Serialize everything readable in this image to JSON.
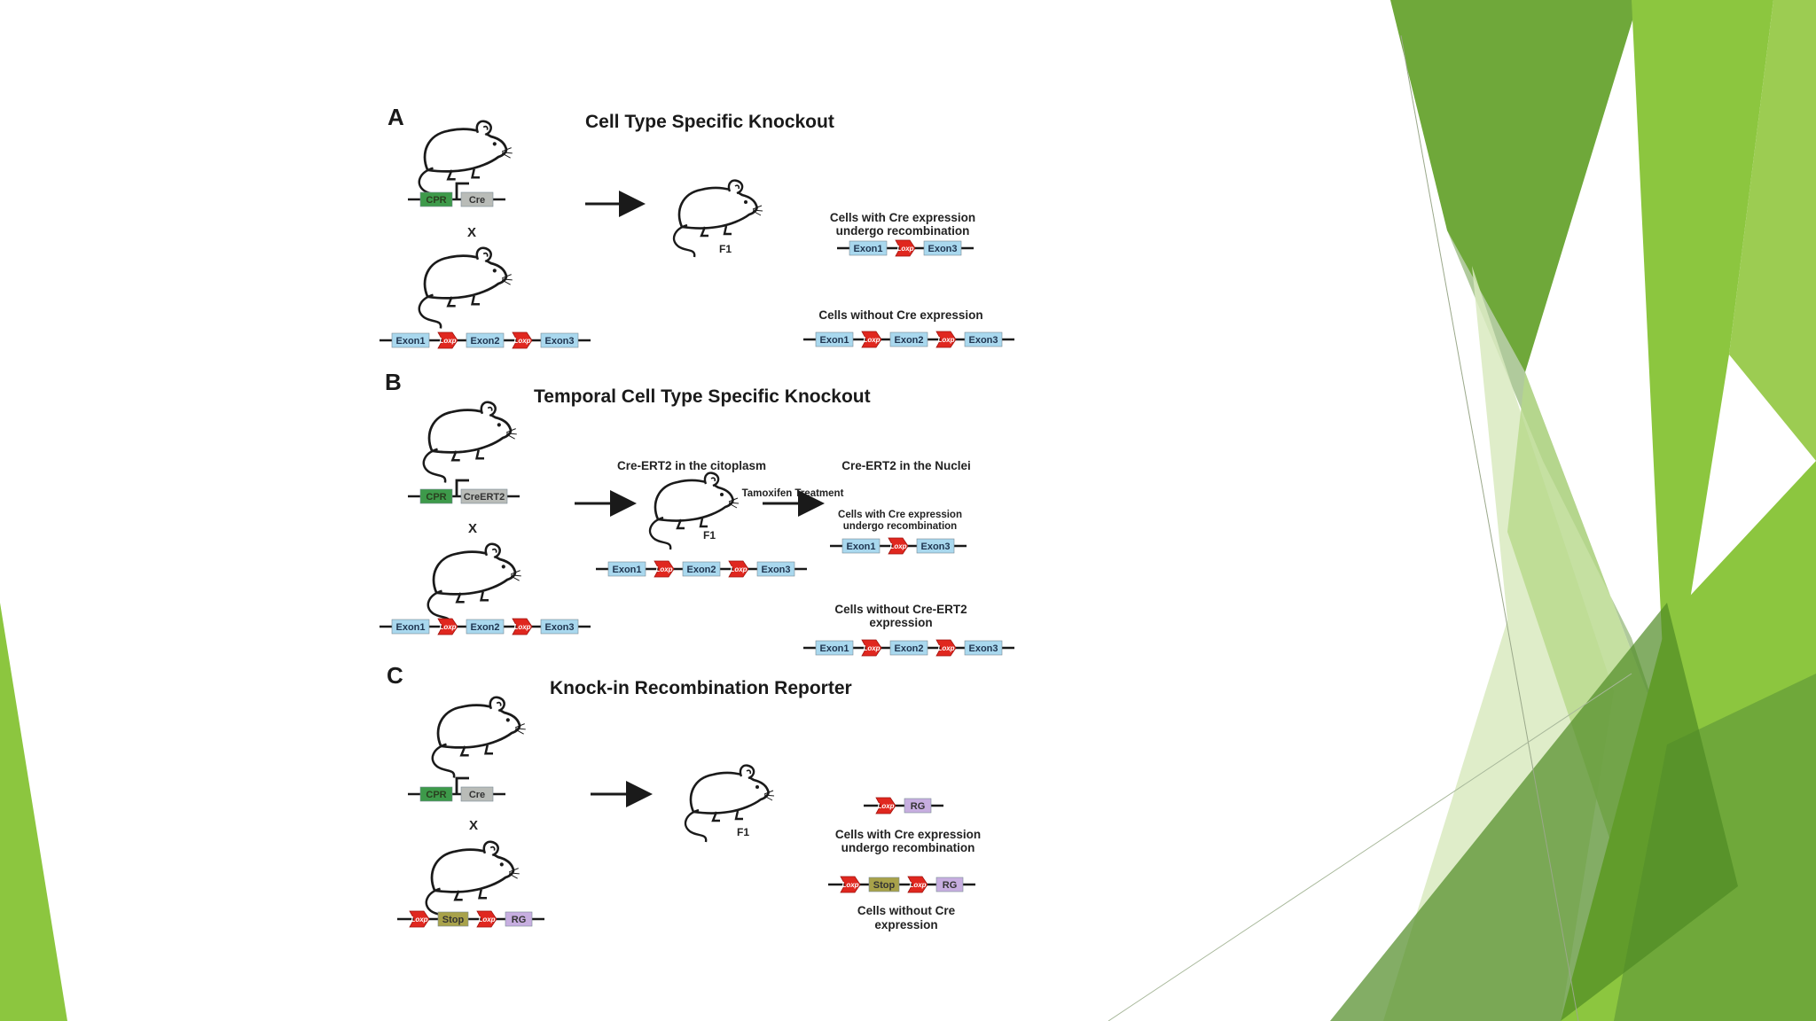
{
  "slide": {
    "accent_colors": [
      "#8cc63f",
      "#6fa83a",
      "#4f8a24",
      "#d9eac0",
      "#b7d889"
    ],
    "sections": [
      {
        "letter": "A",
        "title": "Cell Type Specific Knockout",
        "cross_symbol": "X",
        "f1_label": "F1",
        "parent1_genes": [
          "CPR",
          "Cre"
        ],
        "parent2_genes": [
          "Exon1",
          "Loxp",
          "Exon2",
          "Loxp",
          "Exon3"
        ],
        "result_with_caption": "Cells with Cre expression undergo recombination",
        "result_with_genes": [
          "Exon1",
          "Loxp",
          "Exon3"
        ],
        "result_without_caption": "Cells without Cre expression",
        "result_without_genes": [
          "Exon1",
          "Loxp",
          "Exon2",
          "Loxp",
          "Exon3"
        ]
      },
      {
        "letter": "B",
        "title": "Temporal Cell Type Specific Knockout",
        "cross_symbol": "X",
        "f1_label": "F1",
        "parent1_genes": [
          "CPR",
          "CreERT2"
        ],
        "parent2_genes": [
          "Exon1",
          "Loxp",
          "Exon2",
          "Loxp",
          "Exon3"
        ],
        "cytoplasm_caption": "Cre-ERT2 in the citoplasm",
        "cytoplasm_genes": [
          "Exon1",
          "Loxp",
          "Exon2",
          "Loxp",
          "Exon3"
        ],
        "treatment_label": "Tamoxifen Treatment",
        "nuclei_caption": "Cre-ERT2 in the Nuclei",
        "result_with_caption": "Cells with Cre expression undergo recombination",
        "result_with_genes": [
          "Exon1",
          "Loxp",
          "Exon3"
        ],
        "result_without_caption": "Cells without Cre-ERT2 expression",
        "result_without_genes": [
          "Exon1",
          "Loxp",
          "Exon2",
          "Loxp",
          "Exon3"
        ]
      },
      {
        "letter": "C",
        "title": "Knock-in Recombination Reporter",
        "cross_symbol": "X",
        "f1_label": "F1",
        "parent1_genes": [
          "CPR",
          "Cre"
        ],
        "parent2_genes": [
          "Loxp",
          "Stop",
          "Loxp",
          "RG"
        ],
        "result_with_genes": [
          "Loxp",
          "RG"
        ],
        "result_with_caption": "Cells with Cre expression undergo recombination",
        "result_without_genes": [
          "Loxp",
          "Stop",
          "Loxp",
          "RG"
        ],
        "result_without_caption": "Cells without Cre expression"
      }
    ]
  }
}
